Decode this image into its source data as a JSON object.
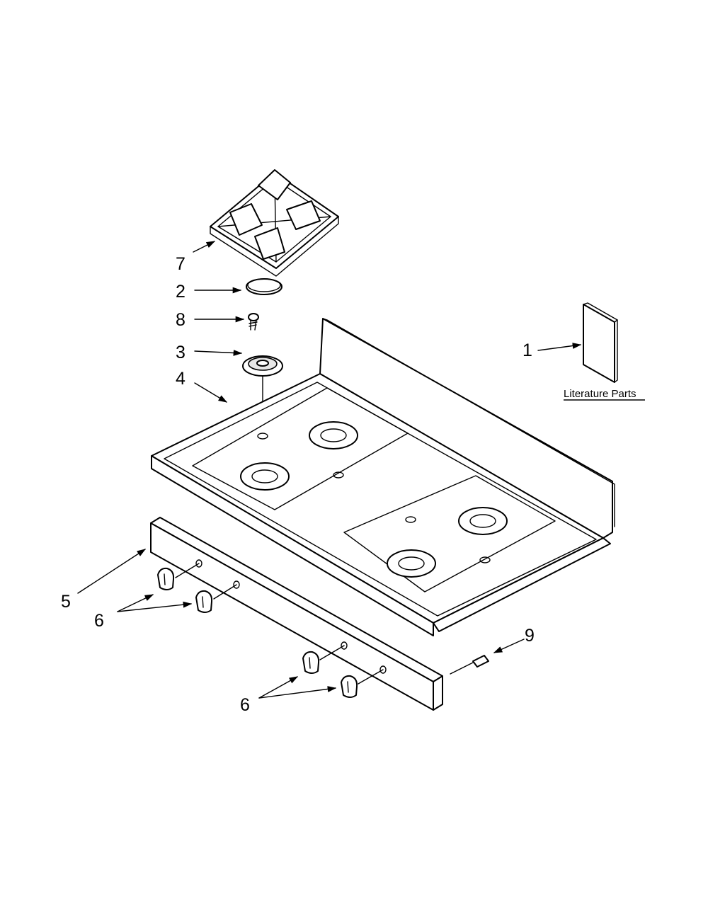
{
  "diagram": {
    "callouts": {
      "c1": "1",
      "c2": "2",
      "c3": "3",
      "c4": "4",
      "c5": "5",
      "c6a": "6",
      "c6b": "6",
      "c7": "7",
      "c8": "8",
      "c9": "9"
    },
    "literature_label": "Literature Parts"
  },
  "parts": {
    "p1": "literature",
    "p2": "burner-cap",
    "p3": "burner-head",
    "p4": "cooktop",
    "p5": "control-panel",
    "p6": "control-knob",
    "p7": "burner-grate",
    "p8": "screw",
    "p9": "screw"
  }
}
